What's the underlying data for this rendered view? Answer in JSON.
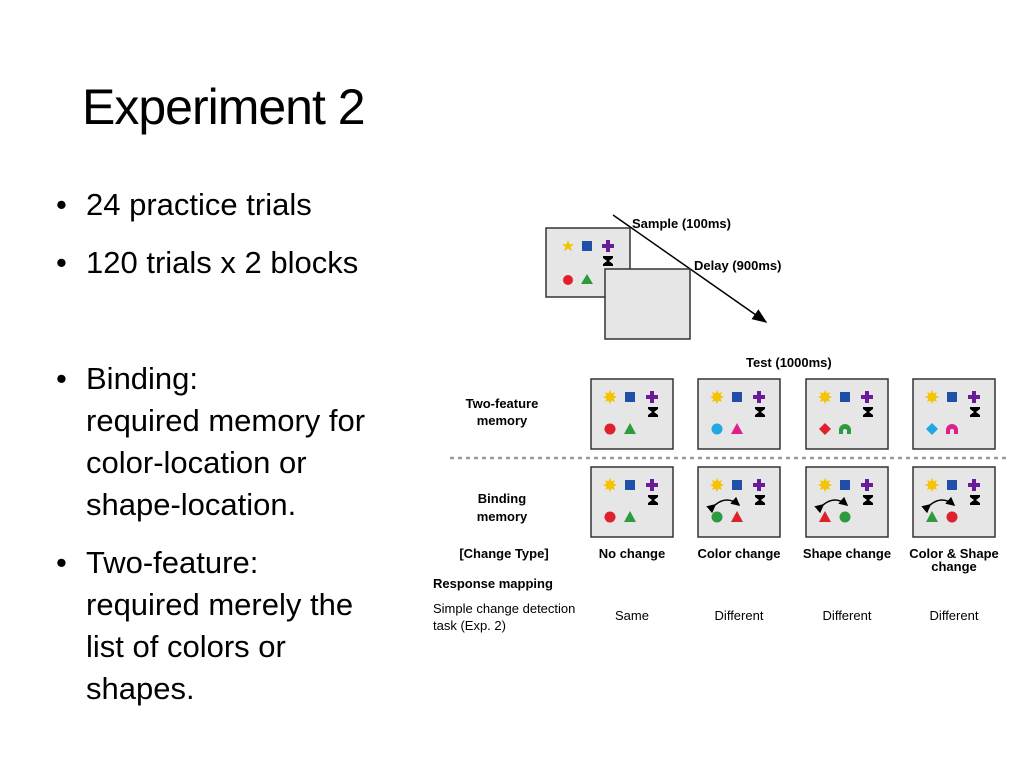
{
  "slide": {
    "title": "Experiment 2",
    "bullets": [
      {
        "text": "24 practice trials"
      },
      {
        "text": "120 trials x 2 blocks"
      },
      {
        "text": "Binding:",
        "lines": [
          "required memory for",
          "color-location or",
          "shape-location."
        ]
      },
      {
        "text": "Two-feature:",
        "lines": [
          "required merely the",
          "list of colors or",
          "shapes."
        ]
      }
    ],
    "bullet_symbol": "•"
  },
  "figure": {
    "sample_label": "Sample (100ms)",
    "delay_label": "Delay (900ms)",
    "test_label": "Test (1000ms)",
    "rows": {
      "two_feature": [
        "Two-feature",
        "memory"
      ],
      "binding": [
        "Binding",
        "memory"
      ]
    },
    "change_type_label": "[Change Type]",
    "change_types": [
      "No change",
      "Color change",
      "Shape change",
      "Color & Shape",
      "change"
    ],
    "response_mapping_label": "Response mapping",
    "task_label": [
      "Simple change detection",
      "task (Exp. 2)"
    ],
    "responses": [
      "Same",
      "Different",
      "Different",
      "Different"
    ],
    "colors": {
      "yellow": "#f5c400",
      "blue": "#1f4fa8",
      "purple": "#6a1b9a",
      "red": "#e0202a",
      "green": "#2e9a3e",
      "cyan": "#22a7e0",
      "magenta": "#e0208a",
      "panel": "#e6e6e6"
    }
  }
}
